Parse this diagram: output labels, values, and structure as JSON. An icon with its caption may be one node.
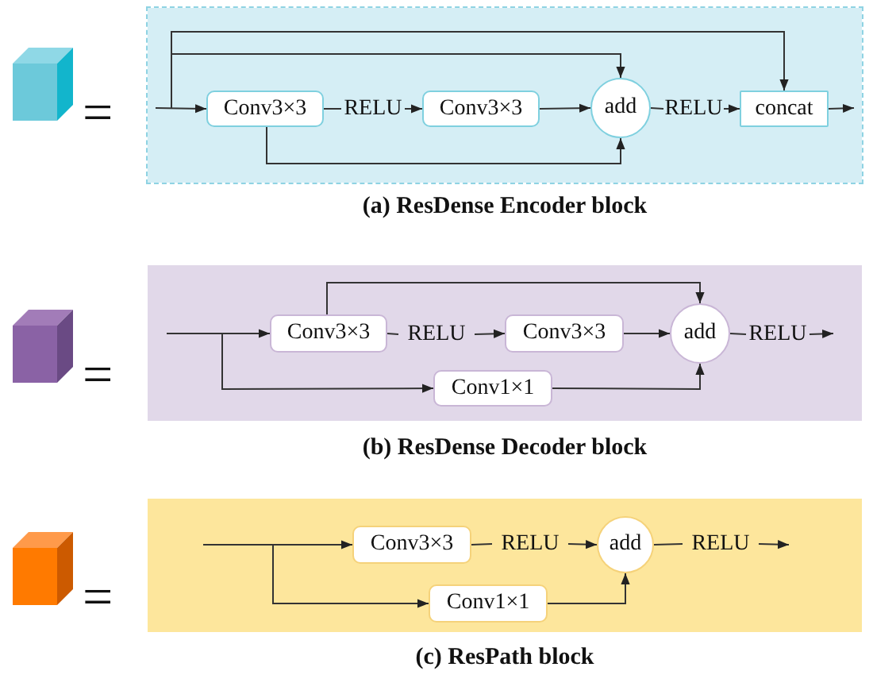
{
  "diagram": {
    "nodes": [
      {
        "text": [
          "(a) ResDense Encoder block"
        ]
      },
      {
        "text": [
          "Conv3×3"
        ],
        "in": 0
      },
      {
        "text": [
          "RELU"
        ],
        "in": 0
      },
      {
        "text": [
          "Conv3×3"
        ],
        "in": 0
      },
      {
        "text": [
          "add"
        ],
        "in": 0
      },
      {
        "text": [
          "RELU"
        ],
        "in": 0
      },
      {
        "text": [
          "concat"
        ],
        "in": 0
      },
      {
        "text": [
          "(b) ResDense Decoder block"
        ]
      },
      {
        "text": [
          "Conv3×3"
        ],
        "in": 7
      },
      {
        "text": [
          "RELU"
        ],
        "in": 7
      },
      {
        "text": [
          "Conv3×3"
        ],
        "in": 7
      },
      {
        "text": [
          "add"
        ],
        "in": 7
      },
      {
        "text": [
          "RELU"
        ],
        "in": 7
      },
      {
        "text": [
          "Conv1×1"
        ],
        "in": 7
      },
      {
        "text": [
          "(c) ResPath block"
        ]
      },
      {
        "text": [
          "Conv3×3"
        ],
        "in": 14
      },
      {
        "text": [
          "RELU"
        ],
        "in": 14
      },
      {
        "text": [
          "add"
        ],
        "in": 14
      },
      {
        "text": [
          "RELU"
        ],
        "in": 14
      },
      {
        "text": [
          "Conv1×1"
        ],
        "in": 14
      }
    ],
    "edges": [
      {
        "from": null,
        "to": 1,
        "arrow": "to"
      },
      {
        "from": null,
        "to": 4,
        "arrow": "to"
      },
      {
        "from": null,
        "to": 6,
        "arrow": "to"
      },
      {
        "from": 1,
        "to": 2,
        "arrow": "none"
      },
      {
        "from": 2,
        "to": 3,
        "arrow": "to"
      },
      {
        "from": 3,
        "to": 4,
        "arrow": "to"
      },
      {
        "from": 1,
        "to": 4,
        "arrow": "to"
      },
      {
        "from": 4,
        "to": 5,
        "arrow": "none"
      },
      {
        "from": 5,
        "to": 6,
        "arrow": "to"
      },
      {
        "from": 6,
        "to": null,
        "arrow": "to"
      },
      {
        "from": null,
        "to": 8,
        "arrow": "to"
      },
      {
        "from": null,
        "to": 13,
        "arrow": "to"
      },
      {
        "from": 8,
        "to": 11,
        "arrow": "to"
      },
      {
        "from": 8,
        "to": 9,
        "arrow": "none"
      },
      {
        "from": 9,
        "to": 10,
        "arrow": "to"
      },
      {
        "from": 10,
        "to": 11,
        "arrow": "to"
      },
      {
        "from": 13,
        "to": 11,
        "arrow": "to"
      },
      {
        "from": 11,
        "to": 12,
        "arrow": "none"
      },
      {
        "from": 12,
        "to": null,
        "arrow": "to"
      },
      {
        "from": null,
        "to": 15,
        "arrow": "to"
      },
      {
        "from": null,
        "to": 19,
        "arrow": "to"
      },
      {
        "from": 15,
        "to": 16,
        "arrow": "none"
      },
      {
        "from": 16,
        "to": 17,
        "arrow": "to"
      },
      {
        "from": 19,
        "to": 17,
        "arrow": "to"
      },
      {
        "from": 17,
        "to": 18,
        "arrow": "none"
      },
      {
        "from": 18,
        "to": null,
        "arrow": "to"
      }
    ],
    "labels": [
      "=",
      "=",
      "="
    ]
  }
}
